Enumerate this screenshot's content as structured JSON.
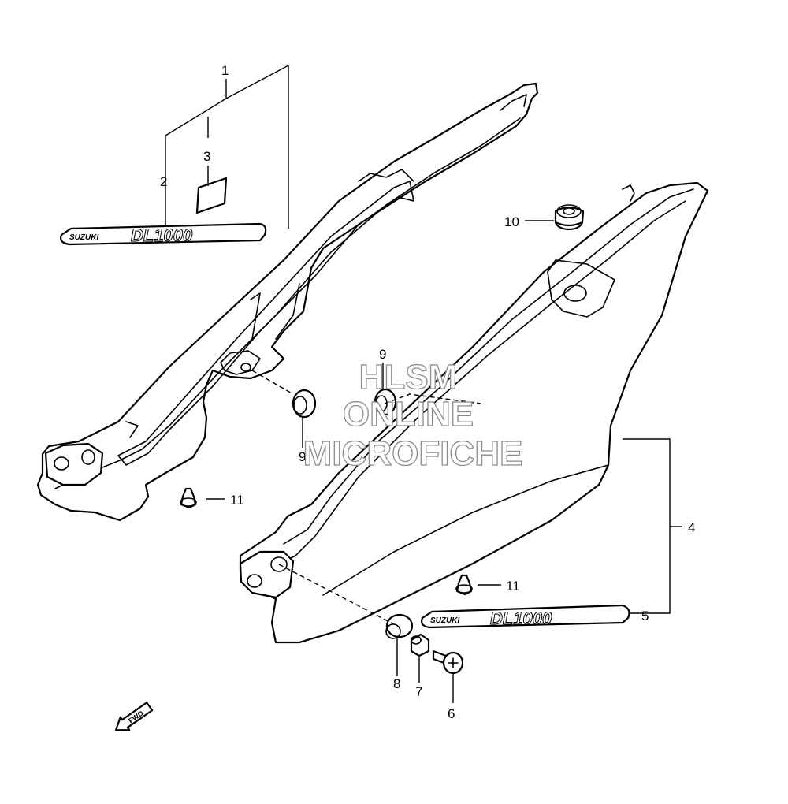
{
  "callouts": {
    "c1": "1",
    "c2": "2",
    "c3": "3",
    "c4": "4",
    "c5": "5",
    "c6": "6",
    "c7": "7",
    "c8": "8",
    "c9a": "9",
    "c9b": "9",
    "c10": "10",
    "c11a": "11",
    "c11b": "11"
  },
  "emblems": {
    "brand": "SUZUKI",
    "model": "DL1000"
  },
  "watermark": {
    "line1": "HLSM",
    "line2": "ONLINE",
    "line3": "MICROFICHE"
  },
  "direction_arrow": "FWD"
}
